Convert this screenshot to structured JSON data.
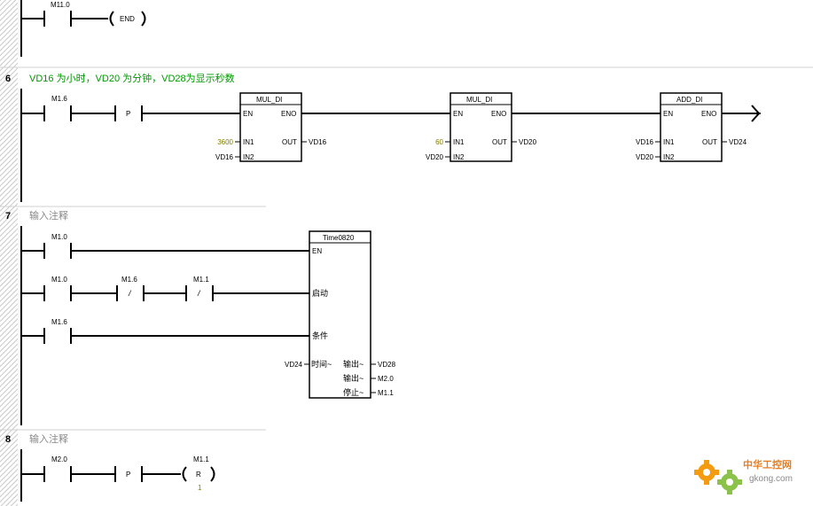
{
  "colors": {
    "background": "#ffffff",
    "wire": "#000000",
    "comment_green": "#009900",
    "comment_gray": "#888888",
    "constant_olive": "#808000",
    "rail_hatch": "#c8c8c8"
  },
  "network5": {
    "contact": "M11.0",
    "end_coil": "END"
  },
  "network6": {
    "number": "6",
    "comment": "VD16 为小时，VD20 为分钟，VD28为显示秒数",
    "contact": "M1.6",
    "p_label": "P",
    "blocks": [
      {
        "title": "MUL_DI",
        "en": "EN",
        "eno": "ENO",
        "in1": "IN1",
        "in2": "IN2",
        "out": "OUT",
        "in1_val": "3600",
        "in2_val": "VD16",
        "out_val": "VD16"
      },
      {
        "title": "MUL_DI",
        "en": "EN",
        "eno": "ENO",
        "in1": "IN1",
        "in2": "IN2",
        "out": "OUT",
        "in1_val": "60",
        "in2_val": "VD20",
        "out_val": "VD20"
      },
      {
        "title": "ADD_DI",
        "en": "EN",
        "eno": "ENO",
        "in1": "IN1",
        "in2": "IN2",
        "out": "OUT",
        "in1_val": "VD16",
        "in2_val": "VD20",
        "out_val": "VD24"
      }
    ]
  },
  "network7": {
    "number": "7",
    "comment": "输入注释",
    "contacts": {
      "row1": "M1.0",
      "row2_a": "M1.0",
      "row2_b": "M1.6",
      "row2_c": "M1.1",
      "row3": "M1.6"
    },
    "not_label": "/",
    "block": {
      "title": "Time0820",
      "en": "EN",
      "start": "启动",
      "cond": "条件",
      "time_in": "时间~",
      "out1": "输出~",
      "out2": "输出~",
      "stop": "停止~",
      "time_val": "VD24",
      "out1_val": "VD28",
      "out2_val": "M2.0",
      "stop_val": "M1.1"
    }
  },
  "network8": {
    "number": "8",
    "comment": "输入注释",
    "contact": "M2.0",
    "p_label": "P",
    "coil": "M1.1",
    "coil_type": "R",
    "coil_count": "1"
  },
  "watermark": {
    "name": "中华工控网",
    "url": "gkong.com"
  }
}
